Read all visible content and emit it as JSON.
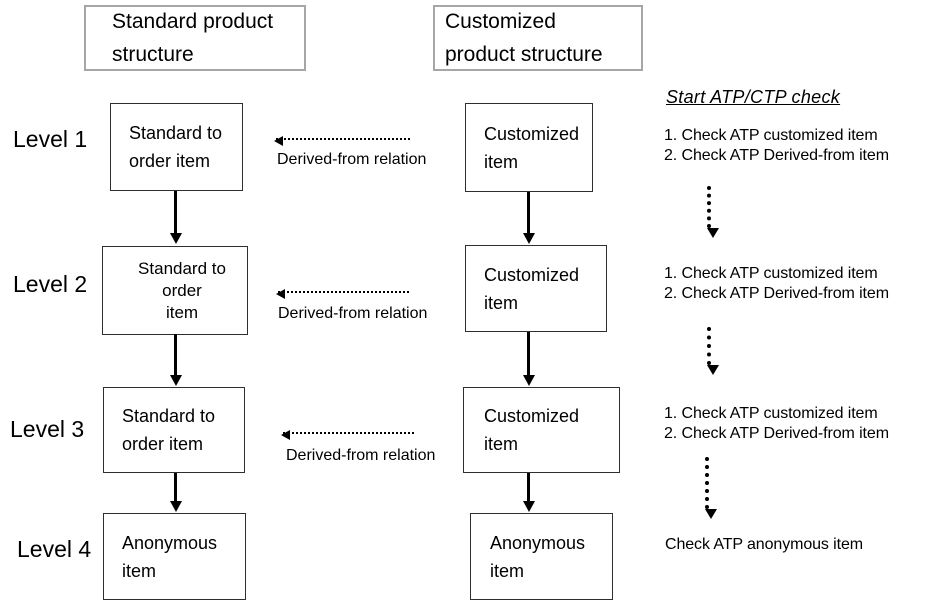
{
  "headers": {
    "standard": "Standard product\nstructure",
    "customized": "Customized\nproduct structure"
  },
  "atp": {
    "title": "Start ATP/CTP check"
  },
  "levels": [
    {
      "label": "Level 1",
      "standard_box": "Standard to\norder item",
      "customized_box": "Customized\nitem",
      "relation_label": "Derived-from relation",
      "atp_steps": "1. Check ATP customized item\n2. Check ATP Derived-from item"
    },
    {
      "label": "Level 2",
      "standard_box": "Standard to\norder\nitem",
      "customized_box": "Customized\nitem",
      "relation_label": "Derived-from relation",
      "atp_steps": "1. Check ATP customized item\n2. Check ATP Derived-from item"
    },
    {
      "label": "Level 3",
      "standard_box": "Standard to\norder item",
      "customized_box": "Customized\nitem",
      "relation_label": "Derived-from relation",
      "atp_steps": "1. Check ATP customized item\n2. Check ATP Derived-from item"
    },
    {
      "label": "Level 4",
      "standard_box": "Anonymous\nitem",
      "customized_box": "Anonymous\nitem",
      "atp_final": "Check ATP anonymous item"
    }
  ],
  "colors": {
    "background": "#ffffff",
    "text": "#000000",
    "node_border": "#2e2e2e",
    "header_border": "#a6a6a6",
    "arrow": "#000000"
  }
}
